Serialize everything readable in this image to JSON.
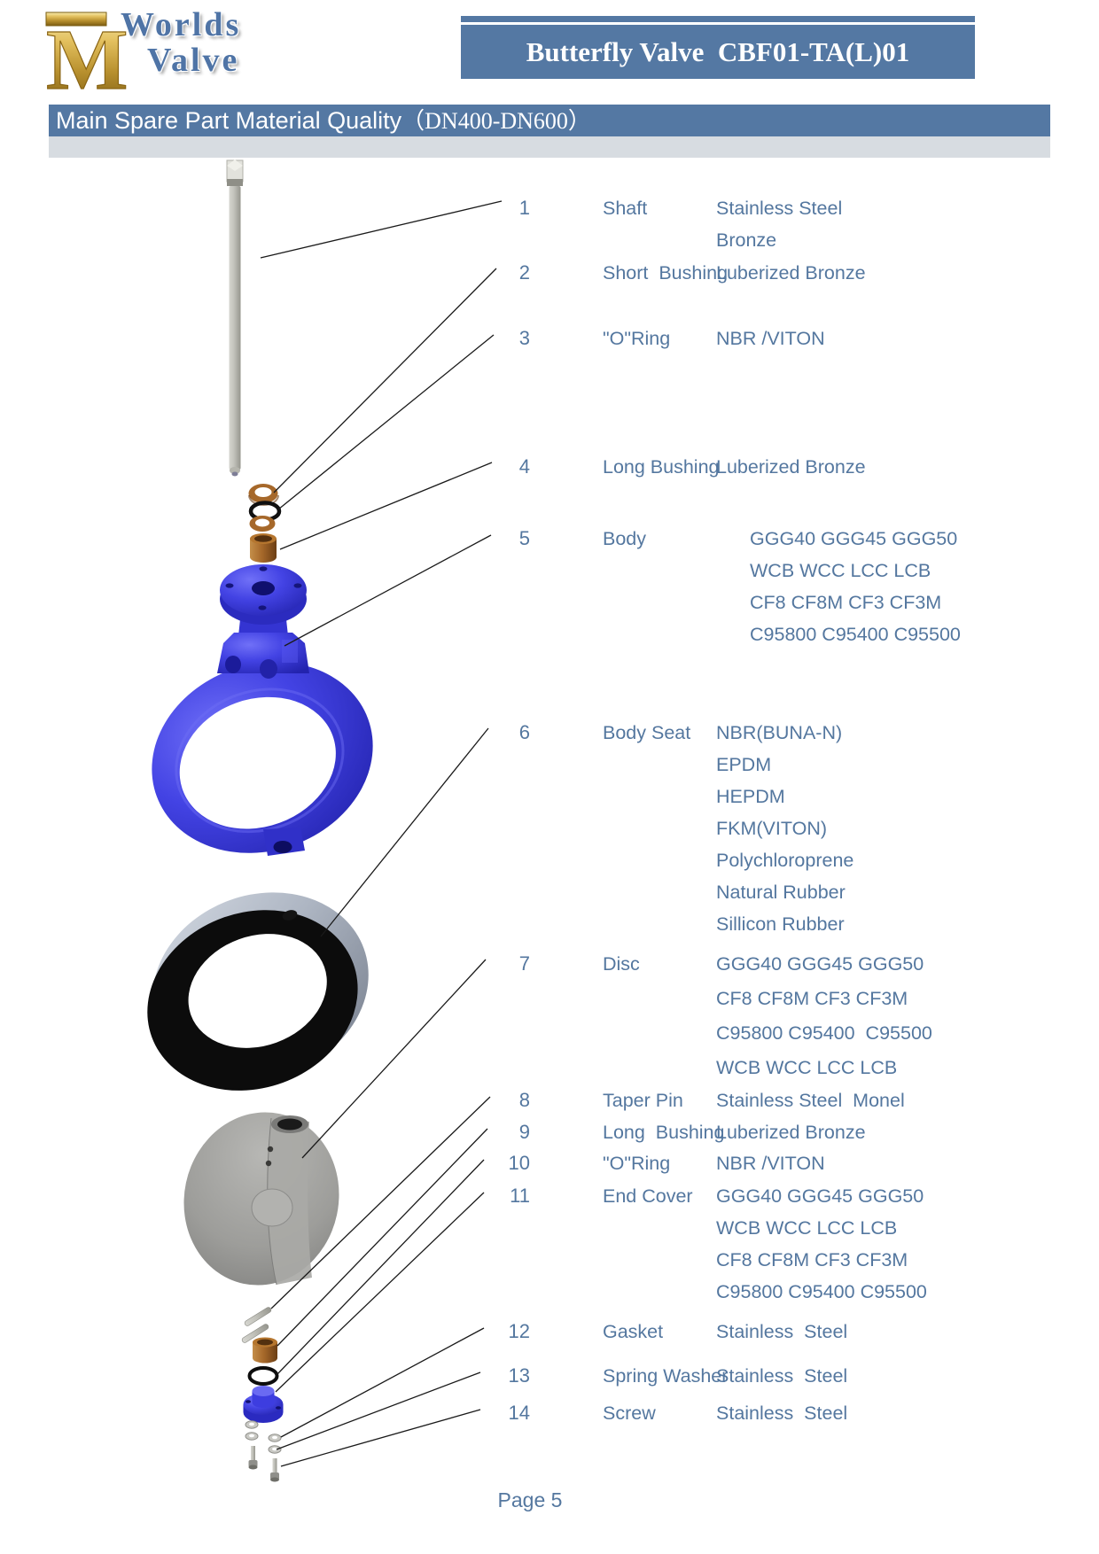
{
  "logo": {
    "monogram": "M",
    "word1": "Worlds",
    "word2": "Valve"
  },
  "product_header": {
    "title": "Butterfly Valve  CBF01-TA(L)01"
  },
  "section_title": {
    "main": "Main Spare Part Material Quality",
    "size_range": "（DN400-DN600）"
  },
  "colors": {
    "bar_blue": "#5478a3",
    "table_text": "#54779f",
    "part_blue": "#3d3de0",
    "bronze": "#a6682a",
    "gold": "#d4af4e",
    "seat_gray": "#aeb6c3",
    "shadow_gray": "#d7dce1"
  },
  "parts": [
    {
      "num": "1",
      "name": "Shaft",
      "materials": [
        "Stainless Steel",
        "Bronze"
      ]
    },
    {
      "num": "2",
      "name": "Short  Bushing",
      "materials": [
        "Luberized Bronze"
      ]
    },
    {
      "num": "3",
      "name": "\"O\"Ring",
      "materials": [
        "NBR /VITON"
      ]
    },
    {
      "num": "4",
      "name": "Long Bushing",
      "materials": [
        "Luberized Bronze"
      ]
    },
    {
      "num": "5",
      "name": "Body",
      "materials": [
        "GGG40 GGG45 GGG50",
        "WCB WCC LCC LCB",
        "CF8 CF8M CF3 CF3M",
        "C95800 C95400 C95500"
      ]
    },
    {
      "num": "6",
      "name": "Body Seat",
      "materials": [
        "NBR(BUNA-N)",
        "EPDM",
        "HEPDM",
        "FKM(VITON)",
        "Polychloroprene",
        "Natural Rubber",
        "Sillicon Rubber"
      ]
    },
    {
      "num": "7",
      "name": "Disc",
      "materials": [
        "GGG40 GGG45 GGG50",
        "CF8 CF8M CF3 CF3M",
        "C95800 C95400  C95500",
        "WCB WCC LCC LCB"
      ]
    },
    {
      "num": "8",
      "name": "Taper Pin",
      "materials": [
        "Stainless Steel  Monel"
      ]
    },
    {
      "num": "9",
      "name": "Long  Bushing",
      "materials": [
        "Luberized Bronze"
      ]
    },
    {
      "num": "10",
      "name": "\"O\"Ring",
      "materials": [
        "NBR /VITON"
      ]
    },
    {
      "num": "11",
      "name": "End Cover",
      "materials": [
        "GGG40 GGG45 GGG50",
        "WCB WCC LCC LCB",
        "CF8 CF8M CF3 CF3M",
        "C95800 C95400 C95500"
      ]
    },
    {
      "num": "12",
      "name": "Gasket",
      "materials": [
        "Stainless  Steel"
      ]
    },
    {
      "num": "13",
      "name": "Spring Washer",
      "materials": [
        "Stainless  Steel"
      ]
    },
    {
      "num": "14",
      "name": "Screw",
      "materials": [
        "Stainless  Steel"
      ]
    }
  ],
  "diagram": {
    "parts": [
      "shaft",
      "short-bushing",
      "o-ring",
      "long-bushing",
      "valve-body",
      "body-seat",
      "disc",
      "taper-pins",
      "end-cover",
      "gasket-washers",
      "spring-washers",
      "screws"
    ]
  },
  "footer": {
    "page_label": "Page 5"
  }
}
